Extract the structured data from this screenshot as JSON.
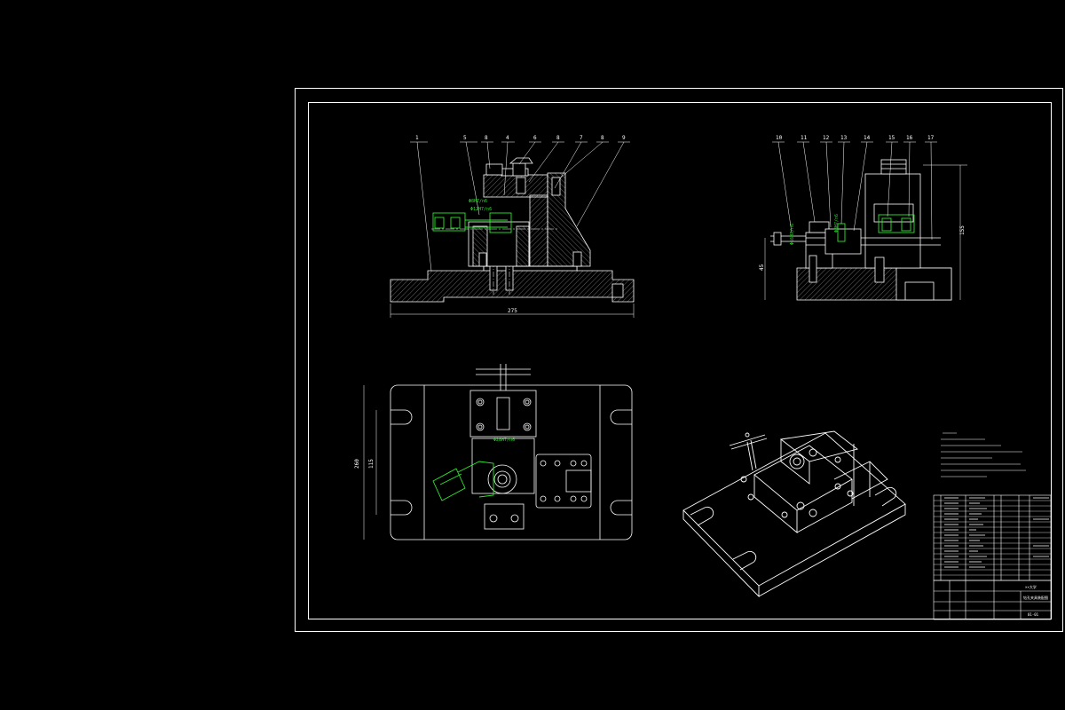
{
  "colors": {
    "background": "#000000",
    "line": "#ffffff",
    "accent": "#2ee62e",
    "hatch": "#bfbfbf"
  },
  "front_view": {
    "balloons": [
      "1",
      "5",
      "8",
      "4",
      "6",
      "8",
      "7",
      "8",
      "9"
    ],
    "overall_dim": "275",
    "fits": [
      "Φ8H7/n6",
      "Φ12H7/n6"
    ]
  },
  "side_view": {
    "balloons": [
      "10",
      "11",
      "12",
      "13",
      "14",
      "15",
      "16",
      "17"
    ],
    "height_dim": "155",
    "left_dim": "45",
    "fits": [
      "Φ16H7/n6",
      "Φ8H7/n6"
    ]
  },
  "top_view": {
    "width_dim": "260",
    "inner_dim": "115",
    "fit": "Φ28H7/n6"
  },
  "title_block": {
    "school": "××大学",
    "drawing_name": "钻孔夹具装配图",
    "sheet": "01-01"
  }
}
